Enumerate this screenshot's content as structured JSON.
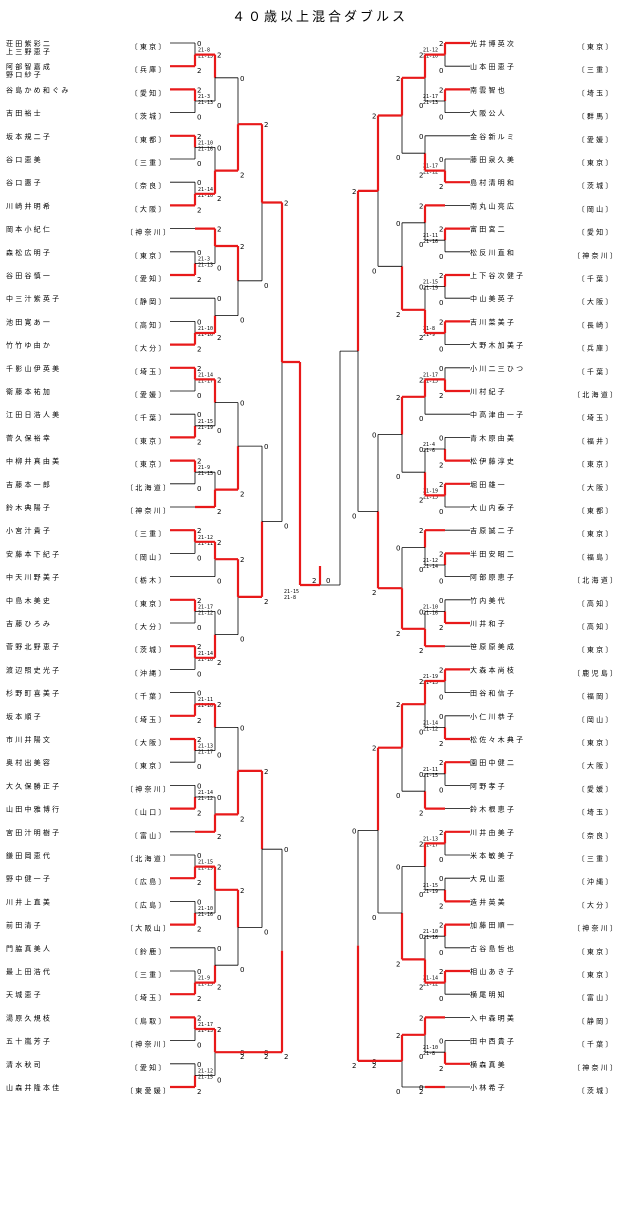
{
  "title": "４０歳以上混合ダブルス",
  "left_teams": [
    {
      "p1": "荘 田 紫 彩 二",
      "p2": "上 三 野 恵 子",
      "pref": "〔 東 京 〕"
    },
    {
      "p1": "阿 部 智 嘉 成",
      "p2": "野 口 紗 子",
      "pref": "〔 兵 庫 〕"
    },
    {
      "p1": "谷 島 か め 和 ぐ み",
      "p2": "",
      "pref": "〔 愛 知 〕"
    },
    {
      "p1": "吉 田 裕 士",
      "p2": "",
      "pref": "〔 茨 城 〕"
    },
    {
      "p1": "坂 本 規 二 子",
      "p2": "",
      "pref": "〔 東 都 〕"
    },
    {
      "p1": "谷 口 恵 美",
      "p2": "",
      "pref": "〔 三 重 〕"
    },
    {
      "p1": "谷 口 惠 子",
      "p2": "",
      "pref": "〔 奈 良 〕"
    },
    {
      "p1": "川 崎 井 明 希",
      "p2": "",
      "pref": "〔 大 阪 〕"
    },
    {
      "p1": "岡 本 小 紀 仁",
      "p2": "",
      "pref": "〔 神 奈 川 〕"
    },
    {
      "p1": "森 松 広 明 子",
      "p2": "",
      "pref": "〔 東 京 〕"
    },
    {
      "p1": "谷 田 谷 慎 一",
      "p2": "",
      "pref": "〔 愛 知 〕"
    },
    {
      "p1": "中 三 汁 紫 英 子",
      "p2": "",
      "pref": "〔 静 岡 〕"
    },
    {
      "p1": "池 田 寛 あ 一",
      "p2": "",
      "pref": "〔 高 知 〕"
    },
    {
      "p1": "竹 竹 ゆ 由 か",
      "p2": "",
      "pref": "〔 大 分 〕"
    },
    {
      "p1": "千 影 山 伊 英 美",
      "p2": "",
      "pref": "〔 埼 玉 〕"
    },
    {
      "p1": "衛 藤 本 祐 加",
      "p2": "",
      "pref": "〔 愛 媛 〕"
    },
    {
      "p1": "江 田 日 浩 人 美",
      "p2": "",
      "pref": "〔 千 葉 〕"
    },
    {
      "p1": "菅 久 保 裕 幸",
      "p2": "",
      "pref": "〔 東 京 〕"
    },
    {
      "p1": "中 柳 井 真 由 美",
      "p2": "",
      "pref": "〔 東 京 〕"
    },
    {
      "p1": "吉 藤 本 一 郎",
      "p2": "",
      "pref": "〔 北 海 道 〕"
    },
    {
      "p1": "鈴 木 典 陽 子",
      "p2": "",
      "pref": "〔 神 奈 川 〕"
    },
    {
      "p1": "小 宮 汁 貴 子",
      "p2": "",
      "pref": "〔 三 重 〕"
    },
    {
      "p1": "安 藤 本 下 紀 子",
      "p2": "",
      "pref": "〔 岡 山 〕"
    },
    {
      "p1": "中 天 川 野 美 子",
      "p2": "",
      "pref": "〔 栃 木 〕"
    },
    {
      "p1": "中 島 木 美 史",
      "p2": "",
      "pref": "〔 東 京 〕"
    },
    {
      "p1": "吉 藤 ひ ろ み",
      "p2": "",
      "pref": "〔 大 分 〕"
    },
    {
      "p1": "菅 野 北 野 恵 子",
      "p2": "",
      "pref": "〔 茨 城 〕"
    },
    {
      "p1": "渡 辺 照 史 光 子",
      "p2": "",
      "pref": "〔 沖 縄 〕"
    },
    {
      "p1": "杉 野 町 喜 美 子",
      "p2": "",
      "pref": "〔 千 葉 〕"
    },
    {
      "p1": "坂 本 順 子",
      "p2": "",
      "pref": "〔 埼 玉 〕"
    },
    {
      "p1": "市 川 井 陽 文",
      "p2": "",
      "pref": "〔 大 阪 〕"
    },
    {
      "p1": "奥 村 出 美 容",
      "p2": "",
      "pref": "〔 東 京 〕"
    },
    {
      "p1": "大 久 保 勝 正 子",
      "p2": "",
      "pref": "〔 神 奈 川 〕"
    },
    {
      "p1": "山 田 中 雅 博 行",
      "p2": "",
      "pref": "〔 山 口 〕"
    },
    {
      "p1": "宮 田 汁 明 樹 子",
      "p2": "",
      "pref": "〔 富 山 〕"
    },
    {
      "p1": "鎌 田 岡 恵 代",
      "p2": "",
      "pref": "〔 北 海 道 〕"
    },
    {
      "p1": "野 中 健 一 子",
      "p2": "",
      "pref": "〔 広 島 〕"
    },
    {
      "p1": "川 井 上 直 美",
      "p2": "",
      "pref": "〔 広 島 〕"
    },
    {
      "p1": "前 田 清 子",
      "p2": "",
      "pref": "〔 大 阪 山 〕"
    },
    {
      "p1": "門 脇 真 美 人",
      "p2": "",
      "pref": "〔 鈴 鹿 〕"
    },
    {
      "p1": "最 上 田 浩 代",
      "p2": "",
      "pref": "〔 三 重 〕"
    },
    {
      "p1": "天 城 恵 子",
      "p2": "",
      "pref": "〔 埼 玉 〕"
    },
    {
      "p1": "湯 原 久 規 枝",
      "p2": "",
      "pref": "〔 鳥 取 〕"
    },
    {
      "p1": "五 十 嵐 芳 子",
      "p2": "",
      "pref": "〔 神 奈 川 〕"
    },
    {
      "p1": "清 水 秋 司",
      "p2": "",
      "pref": "〔 愛 知 〕"
    },
    {
      "p1": "山 森 井 隆 本 佳",
      "p2": "",
      "pref": "〔 東 愛 媛 〕"
    }
  ],
  "right_teams": [
    {
      "p1": "光 井 博 英 次",
      "p2": "",
      "pref": "〔 東 京 〕"
    },
    {
      "p1": "山 本 田 恵 子",
      "p2": "",
      "pref": "〔 三 重 〕"
    },
    {
      "p1": "南 雲 智 也",
      "p2": "",
      "pref": "〔 埼 玉 〕"
    },
    {
      "p1": "大 阪 公 人",
      "p2": "",
      "pref": "〔 群 馬 〕"
    },
    {
      "p1": "金 谷 新 ル ミ",
      "p2": "",
      "pref": "〔 愛 媛 〕"
    },
    {
      "p1": "藤 田 泉 久 美",
      "p2": "",
      "pref": "〔 東 京 〕"
    },
    {
      "p1": "島 村 清 明 和",
      "p2": "",
      "pref": "〔 茨 城 〕"
    },
    {
      "p1": "南 丸 山 亮 広",
      "p2": "",
      "pref": "〔 岡 山 〕"
    },
    {
      "p1": "富 田 宮 二",
      "p2": "",
      "pref": "〔 愛 知 〕"
    },
    {
      "p1": "松 反 川 直 和",
      "p2": "",
      "pref": "〔 神 奈 川 〕"
    },
    {
      "p1": "上 下 谷 次 健 子",
      "p2": "",
      "pref": "〔 千 葉 〕"
    },
    {
      "p1": "中 山 美 英 子",
      "p2": "",
      "pref": "〔 大 阪 〕"
    },
    {
      "p1": "吉 川 菜 美 子",
      "p2": "",
      "pref": "〔 長 崎 〕"
    },
    {
      "p1": "大 野 木 加 美 子",
      "p2": "",
      "pref": "〔 兵 庫 〕"
    },
    {
      "p1": "小 川 二 三 ひ つ",
      "p2": "",
      "pref": "〔 千 葉 〕"
    },
    {
      "p1": "川 村 紀 子",
      "p2": "",
      "pref": "〔 北 海 道 〕"
    },
    {
      "p1": "中 高 津 由 一 子",
      "p2": "",
      "pref": "〔 埼 玉 〕"
    },
    {
      "p1": "青 木 原 由 美",
      "p2": "",
      "pref": "〔 福 井 〕"
    },
    {
      "p1": "松 伊 藤 淳 史",
      "p2": "",
      "pref": "〔 東 京 〕"
    },
    {
      "p1": "堀 田 雄 一",
      "p2": "",
      "pref": "〔 大 阪 〕"
    },
    {
      "p1": "大 山 内 泰 子",
      "p2": "",
      "pref": "〔 東 都 〕"
    },
    {
      "p1": "吉 原 誠 二 子",
      "p2": "",
      "pref": "〔 東 京 〕"
    },
    {
      "p1": "半 田 安 昭 二",
      "p2": "",
      "pref": "〔 福 島 〕"
    },
    {
      "p1": "阿 部 原 恵 子",
      "p2": "",
      "pref": "〔 北 海 道 〕"
    },
    {
      "p1": "竹 内 美 代",
      "p2": "",
      "pref": "〔 高 知 〕"
    },
    {
      "p1": "川 井 和 子",
      "p2": "",
      "pref": "〔 高 知 〕"
    },
    {
      "p1": "笹 原 原 美 成",
      "p2": "",
      "pref": "〔 東 京 〕"
    },
    {
      "p1": "大 森 本 尚 枝",
      "p2": "",
      "pref": "〔 鹿 児 島 〕"
    },
    {
      "p1": "田 谷 和 信 子",
      "p2": "",
      "pref": "〔 福 岡 〕"
    },
    {
      "p1": "小 仁 川 恭 子",
      "p2": "",
      "pref": "〔 岡 山 〕"
    },
    {
      "p1": "松 佐 々 木 典 子",
      "p2": "",
      "pref": "〔 東 京 〕"
    },
    {
      "p1": "園 田 中 健 二",
      "p2": "",
      "pref": "〔 大 阪 〕"
    },
    {
      "p1": "阿 野 孝 子",
      "p2": "",
      "pref": "〔 愛 媛 〕"
    },
    {
      "p1": "鈴 木 根 恵 子",
      "p2": "",
      "pref": "〔 埼 玉 〕"
    },
    {
      "p1": "川 井 由 美 子",
      "p2": "",
      "pref": "〔 奈 良 〕"
    },
    {
      "p1": "米 本 敏 美 子",
      "p2": "",
      "pref": "〔 三 重 〕"
    },
    {
      "p1": "大 見 山 恵",
      "p2": "",
      "pref": "〔 沖 縄 〕"
    },
    {
      "p1": "造 井 英 美",
      "p2": "",
      "pref": "〔 大 分 〕"
    },
    {
      "p1": "加 藤 田 順 一",
      "p2": "",
      "pref": "〔 神 奈 川 〕"
    },
    {
      "p1": "古 谷 島 哲 也",
      "p2": "",
      "pref": "〔 東 京 〕"
    },
    {
      "p1": "相 山 あ き 子",
      "p2": "",
      "pref": "〔 東 京 〕"
    },
    {
      "p1": "横 尾 明 知",
      "p2": "",
      "pref": "〔 富 山 〕"
    },
    {
      "p1": "入 中 森 明 美",
      "p2": "",
      "pref": "〔 静 岡 〕"
    },
    {
      "p1": "田 中 西 貴 子",
      "p2": "",
      "pref": "〔 千 葉 〕"
    },
    {
      "p1": "横 森 真 美",
      "p2": "",
      "pref": "〔 神 奈 川 〕"
    },
    {
      "p1": "小 林 希 子",
      "p2": "",
      "pref": "〔 茨 城 〕"
    }
  ],
  "bracket": {
    "left": {
      "r1": [
        {
          "a": 0,
          "b": 1,
          "win": "b",
          "score": "21-8 21-13"
        },
        {
          "a": 2,
          "b": 3,
          "win": "a",
          "score": "21-3 21-13"
        },
        {
          "a": 4,
          "b": 5,
          "win": "a",
          "score": "21-10 21-16"
        },
        {
          "a": 6,
          "b": 7,
          "win": "b",
          "score": "21-14 21-10"
        },
        {
          "a": 9,
          "b": 10,
          "win": "b",
          "score": "21-3 21-13"
        },
        {
          "a": 12,
          "b": 13,
          "win": "b",
          "score": "21-10 21-16"
        },
        {
          "a": 14,
          "b": 15,
          "win": "a",
          "score": "21-14 21-17"
        },
        {
          "a": 16,
          "b": 17,
          "win": "b",
          "score": "21-15 21-19"
        },
        {
          "a": 18,
          "b": 19,
          "win": "a",
          "score": "21-9 21-15"
        },
        {
          "a": 21,
          "b": 22,
          "win": "a",
          "score": "21-12 21-11"
        },
        {
          "a": 24,
          "b": 25,
          "win": "a",
          "score": "21-17 21-12"
        },
        {
          "a": 26,
          "b": 27,
          "win": "a",
          "score": "21-14 21-10"
        },
        {
          "a": 28,
          "b": 29,
          "win": "b",
          "score": "21-11 21-16"
        },
        {
          "a": 30,
          "b": 31,
          "win": "a",
          "score": "21-13 21-17"
        },
        {
          "a": 32,
          "b": 33,
          "win": "b",
          "score": "21-14 21-12"
        },
        {
          "a": 35,
          "b": 36,
          "win": "b",
          "score": "21-15 21-19"
        },
        {
          "a": 37,
          "b": 38,
          "win": "b",
          "score": "21-10 21-16"
        },
        {
          "a": 40,
          "b": 41,
          "win": "b",
          "score": "21-9 21-15"
        },
        {
          "a": 42,
          "b": 43,
          "win": "a",
          "score": "21-17 21-13"
        },
        {
          "a": 44,
          "b": 45,
          "win": "b",
          "score": "21-12 21-15"
        }
      ]
    },
    "right": {
      "r1": [
        {
          "a": 0,
          "b": 1,
          "win": "a",
          "score": "21-12 21-10"
        },
        {
          "a": 2,
          "b": 3,
          "win": "a",
          "score": "21-17 21-13"
        },
        {
          "a": 5,
          "b": 6,
          "win": "b",
          "score": "21-17 21-12"
        },
        {
          "a": 8,
          "b": 9,
          "win": "a",
          "score": "21-11 21-16"
        },
        {
          "a": 10,
          "b": 11,
          "win": "a",
          "score": "21-15 21-19"
        },
        {
          "a": 12,
          "b": 13,
          "win": "a",
          "score": "21-8 21-9"
        },
        {
          "a": 14,
          "b": 15,
          "win": "b",
          "score": "21-17 21-15"
        },
        {
          "a": 17,
          "b": 18,
          "win": "b",
          "score": "21-4 21-6"
        },
        {
          "a": 19,
          "b": 20,
          "win": "a",
          "score": "21-19 21-15"
        },
        {
          "a": 22,
          "b": 23,
          "win": "a",
          "score": "21-12 21-14"
        },
        {
          "a": 24,
          "b": 25,
          "win": "b",
          "score": "21-10 21-16"
        },
        {
          "a": 27,
          "b": 28,
          "win": "a",
          "score": "21-19 21-15"
        },
        {
          "a": 29,
          "b": 30,
          "win": "b",
          "score": "21-14 21-12"
        },
        {
          "a": 31,
          "b": 32,
          "win": "a",
          "score": "21-11 21-15"
        },
        {
          "a": 34,
          "b": 35,
          "win": "a",
          "score": "21-13 21-17"
        },
        {
          "a": 36,
          "b": 37,
          "win": "b",
          "score": "21-15 21-19"
        },
        {
          "a": 38,
          "b": 39,
          "win": "a",
          "score": "21-10 21-16"
        },
        {
          "a": 40,
          "b": 41,
          "win": "a",
          "score": "21-14 21-12"
        },
        {
          "a": 43,
          "b": 44,
          "win": "b",
          "score": "21-10 21-8"
        }
      ]
    },
    "final": {
      "score_left": "2",
      "score_right": "0",
      "score": "21-15 21-8"
    }
  },
  "colors": {
    "win": "#e8191a",
    "line": "#000000",
    "text": "#000000"
  }
}
